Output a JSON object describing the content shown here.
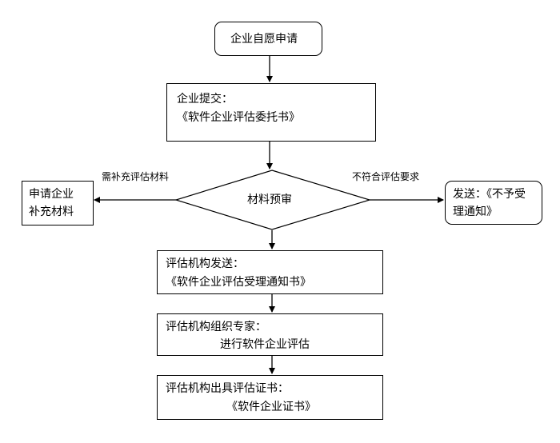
{
  "start": {
    "label": "企业自愿申请"
  },
  "submit": {
    "line1": "企业提交：",
    "line2": "《软件企业评估委托书》"
  },
  "review": {
    "label": "材料预审"
  },
  "left_branch": {
    "edge_label": "需补充评估材料",
    "line1": "申请企业",
    "line2": "补充材料"
  },
  "right_branch": {
    "edge_label": "不符合评估要求",
    "line1": "发送：《不予受",
    "line2": "理通知》"
  },
  "step_accept": {
    "line1": "评估机构发送：",
    "line2": "《软件企业评估受理通知书》"
  },
  "step_experts": {
    "line1": "评估机构组织专家：",
    "line2": "进行软件企业评估"
  },
  "step_certificate": {
    "line1": "评估机构出具评估证书：",
    "line2": "《软件企业证书》"
  }
}
